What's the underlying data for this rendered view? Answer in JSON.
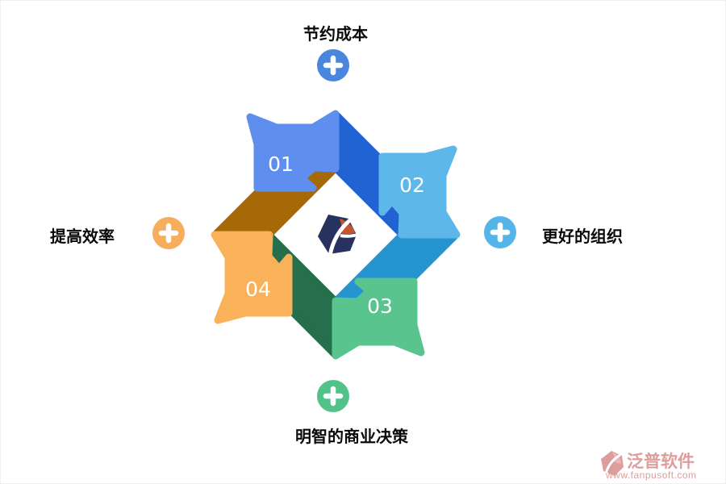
{
  "diagram_labels": {
    "top": "节约成本",
    "right": "更好的组织",
    "bottom": "明智的商业决策",
    "left": "提高效率"
  },
  "steps": [
    {
      "num": "01",
      "color": "#5f8fee",
      "shadow": "#2263d3",
      "plus": "#4a86dd"
    },
    {
      "num": "02",
      "color": "#5db7e8",
      "shadow": "#2595d2",
      "plus": "#55b5e8"
    },
    {
      "num": "03",
      "color": "#5ac48e",
      "shadow": "#256f4d",
      "plus": "#52c289"
    },
    {
      "num": "04",
      "color": "#f9b259",
      "shadow": "#a66908",
      "plus": "#f6ae5c"
    }
  ],
  "center_logo": {
    "navy": "#27335e",
    "orange": "#c4552c"
  },
  "watermark": {
    "brand": "泛普软件",
    "url": "www.fanpusoft.com",
    "color": "#dd9d9d",
    "glyph_light": "#e9b6b6"
  }
}
